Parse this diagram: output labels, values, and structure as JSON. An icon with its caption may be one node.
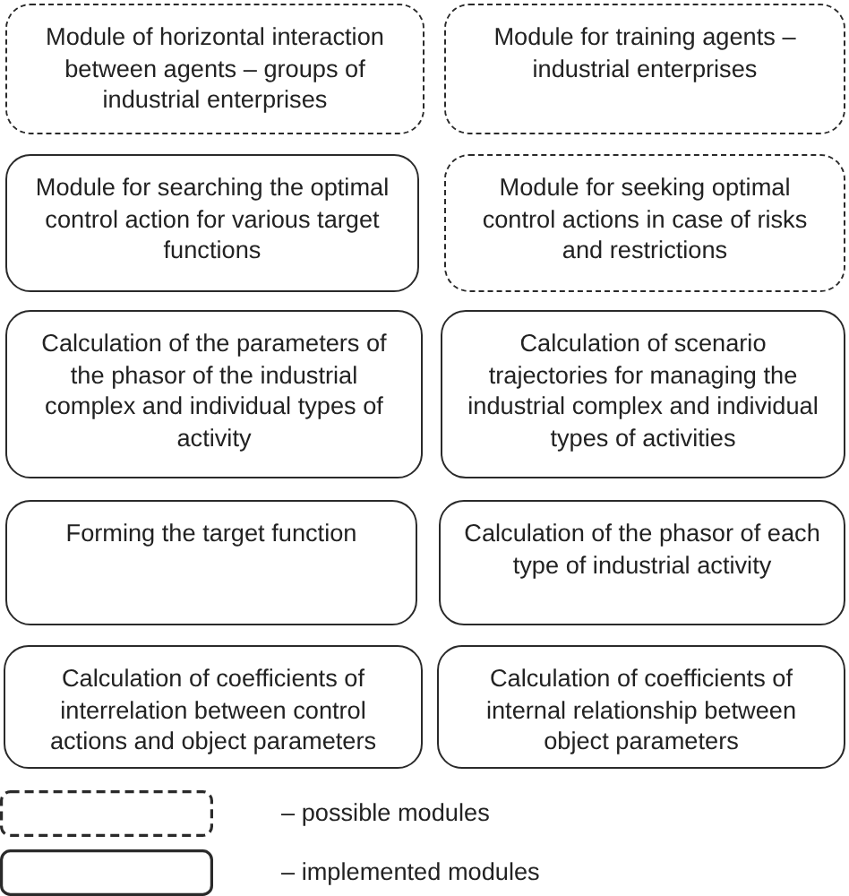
{
  "diagram": {
    "nodes": [
      {
        "text": [
          "Module of horizontal interaction between agents – groups of industrial enterprises"
        ]
      },
      {
        "text": [
          "Module for training agents – industrial enterprises"
        ]
      },
      {
        "text": [
          "Module for searching the optimal control action for various target functions"
        ]
      },
      {
        "text": [
          "Module for seeking optimal control actions in case of risks and restrictions"
        ]
      },
      {
        "text": [
          "Calculation of the parameters of the phasor of the industrial complex and individual types of activity"
        ]
      },
      {
        "text": [
          "Calculation of scenario trajectories for managing the industrial complex and individual types of activities"
        ]
      },
      {
        "text": [
          "Forming the target function"
        ]
      },
      {
        "text": [
          "Calculation of the phasor of each type of industrial activity"
        ]
      },
      {
        "text": [
          "Calculation of coefficients of interrelation between control actions and object parameters"
        ]
      },
      {
        "text": [
          "Calculation of coefficients of internal relationship between object parameters"
        ]
      }
    ],
    "legend": [
      {
        "text": "– possible modules"
      },
      {
        "text": "– implemented modules"
      }
    ]
  }
}
